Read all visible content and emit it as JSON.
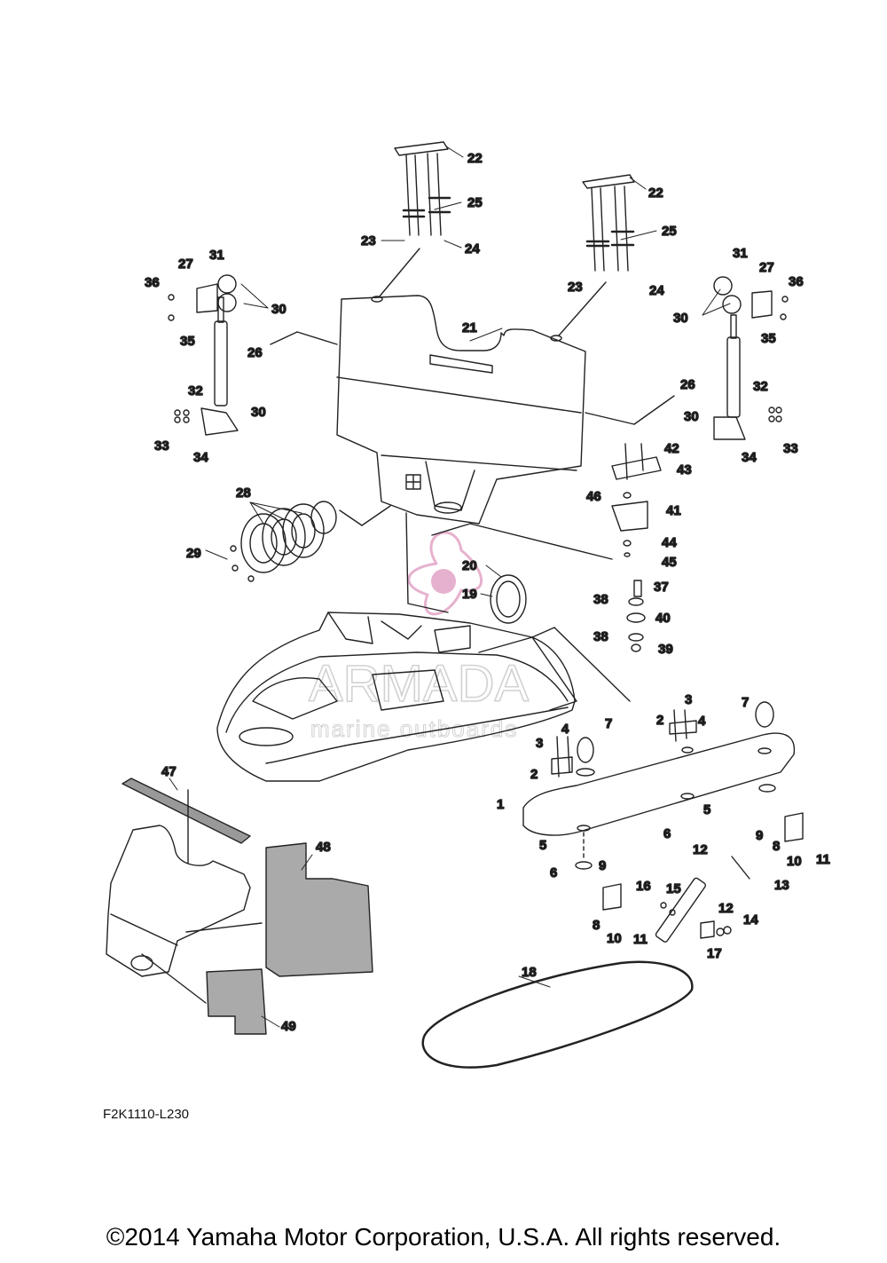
{
  "diagram_code": "F2K1110-L230",
  "copyright": "©2014 Yamaha Motor Corporation, U.S.A. All rights reserved.",
  "watermark": {
    "brand": "ARMADA",
    "tagline": "marine outboards",
    "color": "#d98fb8"
  },
  "callouts": [
    "1",
    "2",
    "3",
    "4",
    "5",
    "6",
    "7",
    "8",
    "9",
    "10",
    "11",
    "12",
    "13",
    "14",
    "15",
    "16",
    "17",
    "18",
    "19",
    "20",
    "21",
    "22",
    "23",
    "24",
    "25",
    "26",
    "27",
    "28",
    "29",
    "30",
    "31",
    "32",
    "33",
    "34",
    "35",
    "36",
    "37",
    "38",
    "39",
    "40",
    "41",
    "42",
    "43",
    "44",
    "45",
    "46",
    "47",
    "48",
    "49"
  ]
}
